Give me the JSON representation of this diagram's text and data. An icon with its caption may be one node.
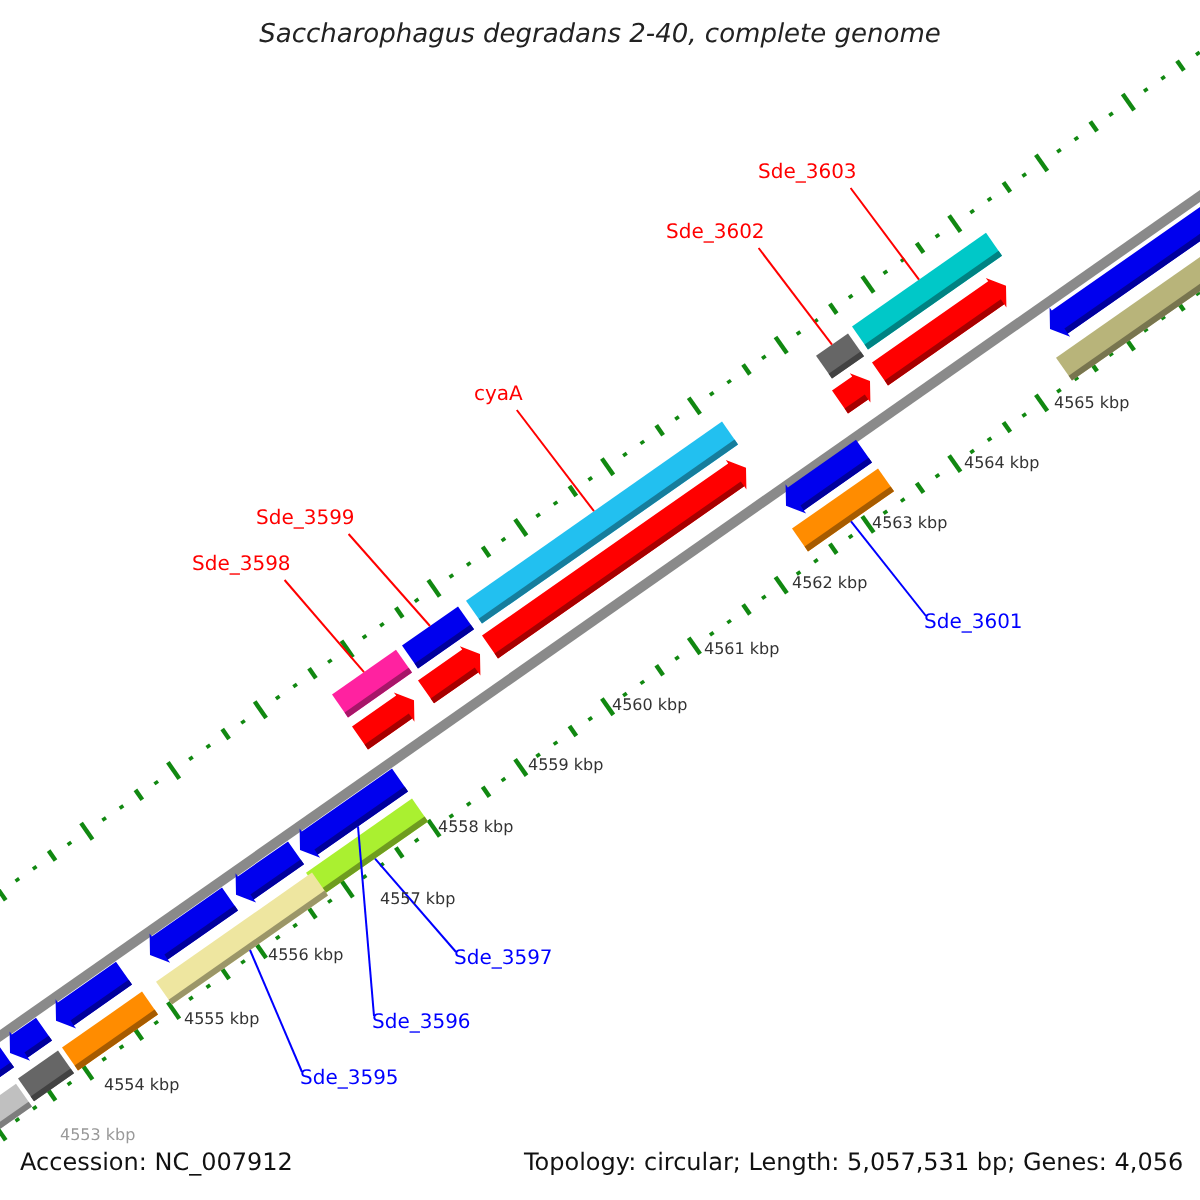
{
  "diagram": {
    "title": "Saccharophagus degradans 2-40, complete genome",
    "nodes": [
      {
        "text": [
          "Sde_3603"
        ]
      },
      {
        "text": [],
        "shape": "bar"
      },
      {
        "text": [
          "Sde_3602"
        ]
      },
      {
        "text": [],
        "shape": "bar"
      },
      {
        "text": [
          "cyaA"
        ]
      },
      {
        "text": [],
        "shape": "bar"
      },
      {
        "text": [
          "Sde_3599"
        ]
      },
      {
        "text": [],
        "shape": "bar"
      },
      {
        "text": [
          "Sde_3598"
        ]
      },
      {
        "text": [],
        "shape": "bar"
      },
      {
        "text": [
          "Sde_3601"
        ]
      },
      {
        "text": [],
        "shape": "bar"
      },
      {
        "text": [
          "Sde_3597"
        ]
      },
      {
        "text": [],
        "shape": "bar"
      },
      {
        "text": [
          "Sde_3596"
        ]
      },
      {
        "text": [],
        "shape": "bar"
      },
      {
        "text": [
          "Sde_3595"
        ]
      },
      {
        "text": [],
        "shape": "bar"
      },
      {
        "text": [],
        "shape": "bar"
      },
      {
        "text": [],
        "shape": "bar"
      },
      {
        "text": [],
        "shape": "bar"
      },
      {
        "text": [],
        "shape": "bar"
      },
      {
        "text": [],
        "shape": "bar"
      },
      {
        "text": [],
        "shape": "bar"
      },
      {
        "text": [],
        "shape": "bar"
      },
      {
        "text": [],
        "shape": "bar"
      },
      {
        "text": [],
        "shape": "bar"
      },
      {
        "text": [],
        "shape": "bar"
      },
      {
        "text": [],
        "shape": "bar"
      },
      {
        "text": [],
        "shape": "bar"
      },
      {
        "text": [],
        "shape": "bar"
      },
      {
        "text": [],
        "shape": "bar"
      },
      {
        "text": [],
        "shape": "bar"
      },
      {
        "text": [],
        "shape": "bar"
      }
    ],
    "edges": [
      {
        "from": 0,
        "to": 1,
        "arrow": "none"
      },
      {
        "from": 2,
        "to": 3,
        "arrow": "none"
      },
      {
        "from": 4,
        "to": 5,
        "arrow": "none"
      },
      {
        "from": 6,
        "to": 7,
        "arrow": "none"
      },
      {
        "from": 8,
        "to": 9,
        "arrow": "none"
      },
      {
        "from": 10,
        "to": 11,
        "arrow": "none",
        "color": "#0000ff"
      },
      {
        "from": 12,
        "to": 13,
        "arrow": "none",
        "color": "#0000ff"
      },
      {
        "from": 14,
        "to": 15,
        "arrow": "none",
        "color": "#0000ff"
      },
      {
        "from": 16,
        "to": 17,
        "arrow": "none",
        "color": "#0000ff"
      }
    ],
    "labels": [
      "4565 kbp",
      "4564 kbp",
      "4563 kbp",
      "4562 kbp",
      "4561 kbp",
      "4560 kbp",
      "4559 kbp",
      "4558 kbp",
      "4557 kbp",
      "4556 kbp",
      "4555 kbp",
      "4554 kbp",
      "4553 kbp",
      "Accession: NC_007912",
      "Topology: circular; Length: 5,057,531 bp; Genes: 4,056"
    ]
  }
}
